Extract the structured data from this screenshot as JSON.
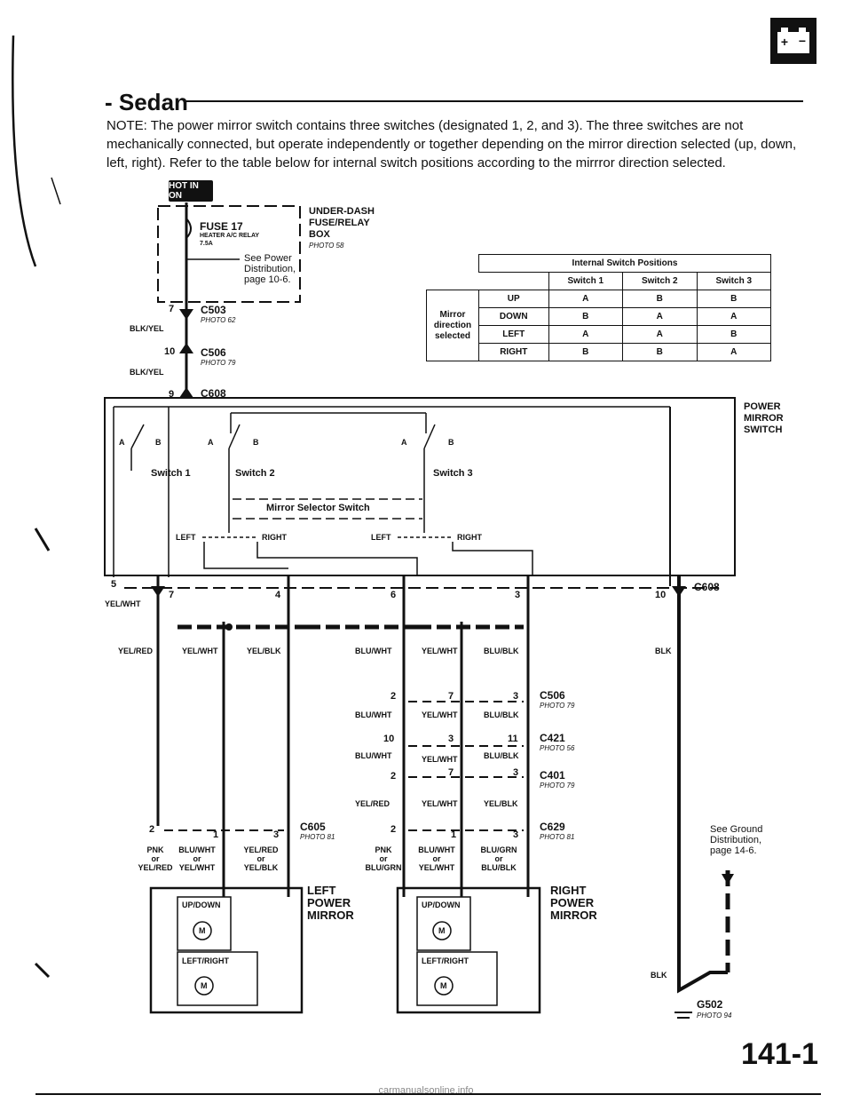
{
  "header": {
    "title": "- Sedan",
    "note": "NOTE: The power mirror switch contains three switches (designated 1, 2, and 3). The three switches are not mechanically connected, but operate independently or together depending on the mirror direction selected (up, down, left, right). Refer to the table below for internal switch positions according to the mirrror direction selected.",
    "battery_icon": "battery-icon"
  },
  "hot_label": "HOT IN ON",
  "fuse_box": {
    "title_line1": "UNDER-DASH",
    "title_line2": "FUSE/RELAY",
    "title_line3": "BOX",
    "photo": "PHOTO 58",
    "fuse_name": "FUSE 17",
    "fuse_desc": "HEATER A/C RELAY",
    "fuse_rating": "7.5A",
    "see_line1": "See Power",
    "see_line2": "Distribution,",
    "see_line3": "page 10-6."
  },
  "connectors_top": [
    {
      "pin": "7",
      "name": "C503",
      "photo": "PHOTO 62",
      "wire": "BLK/YEL"
    },
    {
      "pin": "10",
      "name": "C506",
      "photo": "PHOTO 79",
      "wire": "BLK/YEL"
    },
    {
      "pin": "9",
      "name": "C608",
      "photo": ""
    }
  ],
  "switch_table": {
    "title": "Internal Switch Positions",
    "columns": [
      "Switch 1",
      "Switch 2",
      "Switch 3"
    ],
    "row_group": "Mirror direction selected",
    "rows": [
      {
        "dir": "UP",
        "values": [
          "A",
          "B",
          "B"
        ]
      },
      {
        "dir": "DOWN",
        "values": [
          "B",
          "A",
          "A"
        ]
      },
      {
        "dir": "LEFT",
        "values": [
          "A",
          "A",
          "B"
        ]
      },
      {
        "dir": "RIGHT",
        "values": [
          "B",
          "B",
          "A"
        ]
      }
    ]
  },
  "power_mirror_switch": {
    "label_line1": "POWER",
    "label_line2": "MIRROR",
    "label_line3": "SWITCH",
    "switch1": "Switch 1",
    "switch2": "Switch 2",
    "switch3": "Switch 3",
    "selector": "Mirror Selector Switch",
    "left": "LEFT",
    "right": "RIGHT",
    "a": "A",
    "b": "B"
  },
  "c608_pins": [
    "5",
    "7",
    "4",
    "6",
    "3",
    "10"
  ],
  "c608_label": "C608",
  "wires_top": [
    "YEL/WHT",
    "YEL/RED",
    "YEL/WHT",
    "YEL/BLK",
    "BLU/WHT",
    "YEL/WHT",
    "BLU/BLK",
    "BLK"
  ],
  "connectors_mid": [
    {
      "name": "C506",
      "photo": "PHOTO 79",
      "pins": [
        "2",
        "7",
        "3"
      ]
    },
    {
      "name": "C421",
      "photo": "PHOTO 56",
      "pins": [
        "10",
        "3",
        "11"
      ]
    },
    {
      "name": "C401",
      "photo": "PHOTO 79",
      "pins": [
        "2",
        "7",
        "3"
      ]
    },
    {
      "name": "C629",
      "photo": "PHOTO 81",
      "pins": [
        "2",
        "1",
        "3"
      ]
    },
    {
      "name": "C605",
      "photo": "PHOTO 81",
      "pins": [
        "2",
        "1",
        "3"
      ]
    }
  ],
  "wires_mid": [
    "BLU/WHT",
    "YEL/WHT",
    "BLU/BLK",
    "BLU/WHT",
    "YEL/WHT",
    "BLU/BLK",
    "YEL/RED",
    "YEL/WHT",
    "YEL/BLK"
  ],
  "or": "or",
  "left_mirror_wires": [
    [
      "PNK",
      "YEL/RED"
    ],
    [
      "BLU/WHT",
      "YEL/WHT"
    ],
    [
      "YEL/RED",
      "YEL/BLK"
    ]
  ],
  "right_mirror_wires": [
    [
      "PNK",
      "BLU/GRN"
    ],
    [
      "BLU/WHT",
      "YEL/WHT"
    ],
    [
      "BLU/GRN",
      "BLU/BLK"
    ]
  ],
  "left_mirror": {
    "l1": "LEFT",
    "l2": "POWER",
    "l3": "MIRROR",
    "m1": "UP/DOWN",
    "m2": "LEFT/RIGHT",
    "motor": "M"
  },
  "right_mirror": {
    "l1": "RIGHT",
    "l2": "POWER",
    "l3": "MIRROR",
    "m1": "UP/DOWN",
    "m2": "LEFT/RIGHT",
    "motor": "M"
  },
  "ground": {
    "see1": "See Ground",
    "see2": "Distribution,",
    "see3": "page 14-6.",
    "wire": "BLK",
    "name": "G502",
    "photo": "PHOTO 94"
  },
  "page_number": "141-1",
  "footer": "carmanualsonline.info"
}
